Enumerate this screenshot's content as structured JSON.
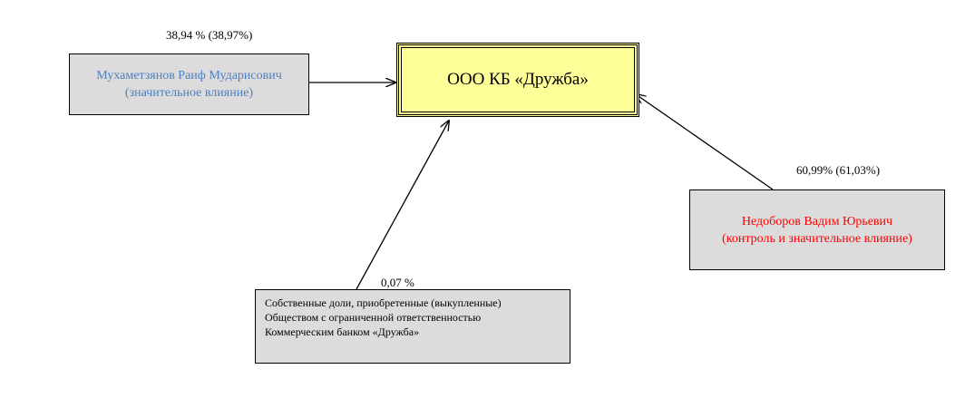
{
  "company": {
    "name": "ООО КБ «Дружба»"
  },
  "owners": [
    {
      "name": "Мухаметзянов Раиф Мударисович",
      "note": "(значительное влияние)",
      "share": "38,94 % (38,97%)",
      "color": "#4f7fbf"
    },
    {
      "name": "Недоборов Вадим Юрьевич",
      "note": "(контроль и значительное влияние)",
      "share": "60,99% (61,03%)",
      "color": "#ff0000"
    },
    {
      "lines": [
        "Собственные доли, приобретенные (выкупленные)",
        "Обществом с ограниченной ответственностью",
        "Коммерческим банком «Дружба»"
      ],
      "share": "0,07 %",
      "color": "#000000"
    }
  ],
  "colors": {
    "company_fill": "#ffff99",
    "owner_fill": "#dcdcdc"
  }
}
